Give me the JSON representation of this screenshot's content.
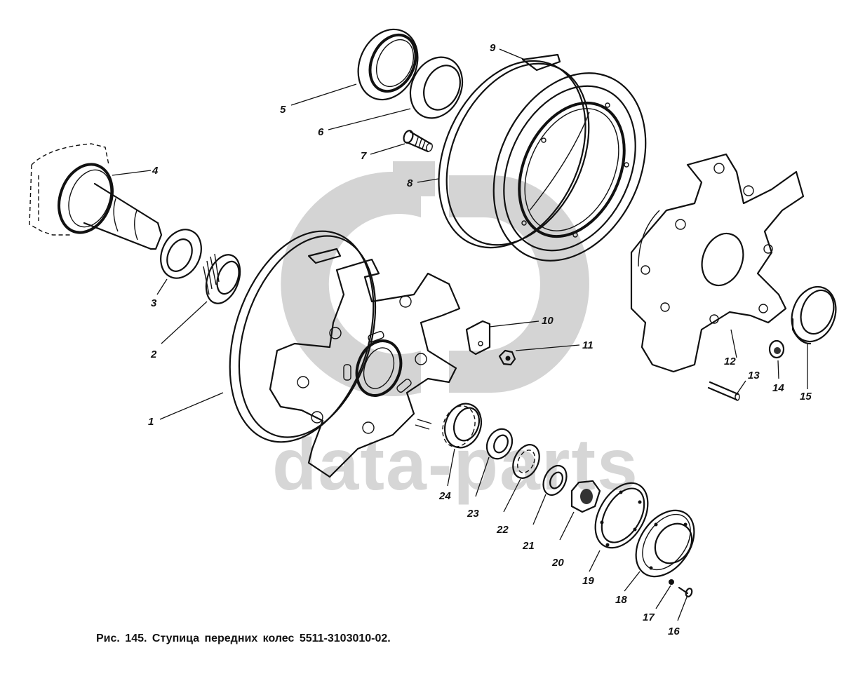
{
  "figure": {
    "caption": "Рис. 145. Ступица передних колес 5511-3103010-02.",
    "watermark_text": "data-parts",
    "watermark_logo": "gp-logo"
  },
  "callouts": [
    {
      "id": 1,
      "label": "1"
    },
    {
      "id": 2,
      "label": "2"
    },
    {
      "id": 3,
      "label": "3"
    },
    {
      "id": 4,
      "label": "4"
    },
    {
      "id": 5,
      "label": "5"
    },
    {
      "id": 6,
      "label": "6"
    },
    {
      "id": 7,
      "label": "7"
    },
    {
      "id": 8,
      "label": "8"
    },
    {
      "id": 9,
      "label": "9"
    },
    {
      "id": 10,
      "label": "10"
    },
    {
      "id": 11,
      "label": "11"
    },
    {
      "id": 12,
      "label": "12"
    },
    {
      "id": 13,
      "label": "13"
    },
    {
      "id": 14,
      "label": "14"
    },
    {
      "id": 15,
      "label": "15"
    },
    {
      "id": 16,
      "label": "16"
    },
    {
      "id": 17,
      "label": "17"
    },
    {
      "id": 18,
      "label": "18"
    },
    {
      "id": 19,
      "label": "19"
    },
    {
      "id": 20,
      "label": "20"
    },
    {
      "id": 21,
      "label": "21"
    },
    {
      "id": 22,
      "label": "22"
    },
    {
      "id": 23,
      "label": "23"
    },
    {
      "id": 24,
      "label": "24"
    }
  ]
}
